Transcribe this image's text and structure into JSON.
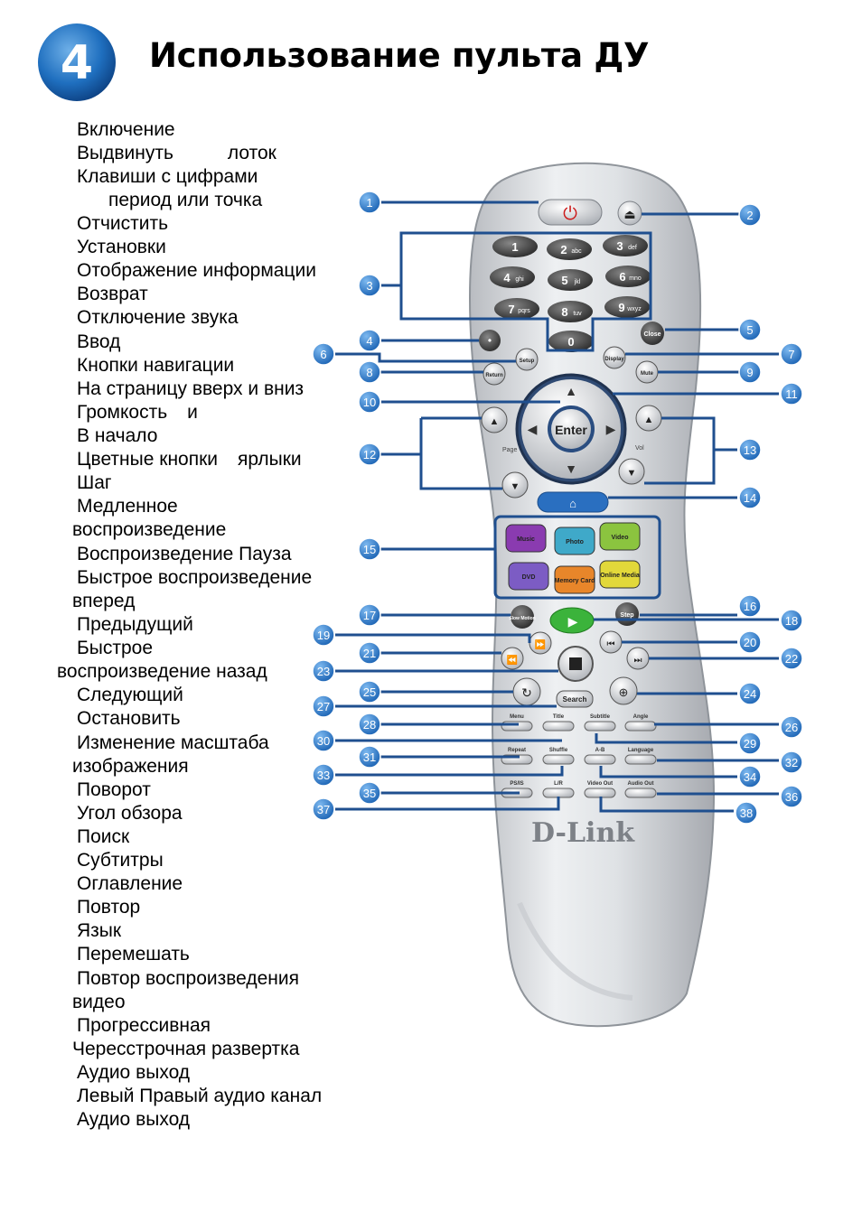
{
  "page": {
    "section_number": "4",
    "title": "Использование пульта ДУ"
  },
  "legend": [
    {
      "a": "Включение"
    },
    {
      "a": "Выдвинуть",
      "b": "лоток"
    },
    {
      "a": "Клавиши с цифрами"
    },
    {
      "a": "период или точка"
    },
    {
      "a": "Отчистить"
    },
    {
      "a": "Установки"
    },
    {
      "a": "Отображение информации"
    },
    {
      "a": "Возврат"
    },
    {
      "a": "Отключение звука"
    },
    {
      "a": "Ввод"
    },
    {
      "a": "Кнопки навигации"
    },
    {
      "a": "На страницу вверх и вниз"
    },
    {
      "a": "Громкость",
      "b": "и"
    },
    {
      "a": "В начало"
    },
    {
      "a": "Цветные кнопки",
      "b": "ярлыки"
    },
    {
      "a": "Шаг"
    },
    {
      "a": "Медленное"
    },
    {
      "a": "воспроизведение"
    },
    {
      "a": "Воспроизведение Пауза"
    },
    {
      "a": "Быстрое воспроизведение"
    },
    {
      "a": "вперед"
    },
    {
      "a": "Предыдущий"
    },
    {
      "a": "Быстрое"
    },
    {
      "a": "воспроизведение назад"
    },
    {
      "a": "Следующий"
    },
    {
      "a": "Остановить"
    },
    {
      "a": "Изменение масштаба"
    },
    {
      "a": "изображения"
    },
    {
      "a": "Поворот"
    },
    {
      "a": "Угол обзора"
    },
    {
      "a": "Поиск"
    },
    {
      "a": "Субтитры"
    },
    {
      "a": "Оглавление"
    },
    {
      "a": "Повтор"
    },
    {
      "a": "Язык"
    },
    {
      "a": "Перемешать"
    },
    {
      "a": "Повтор воспроизведения"
    },
    {
      "a": "видео"
    },
    {
      "a": "Прогрессивная"
    },
    {
      "a": "Чересстрочная развертка"
    },
    {
      "a": "Аудио выход"
    },
    {
      "a": "Левый Правый аудио канал"
    },
    {
      "a": "Аудио выход"
    }
  ],
  "remote": {
    "brand": "D-Link",
    "digits": [
      {
        "n": "1",
        "s": ""
      },
      {
        "n": "2",
        "s": "abc"
      },
      {
        "n": "3",
        "s": "def"
      },
      {
        "n": "4",
        "s": "ghi"
      },
      {
        "n": "5",
        "s": "jkl"
      },
      {
        "n": "6",
        "s": "mno"
      },
      {
        "n": "7",
        "s": "pqrs"
      },
      {
        "n": "8",
        "s": "tuv"
      },
      {
        "n": "9",
        "s": "wxyz"
      }
    ],
    "zero": "0",
    "dot": "•",
    "close": "Close",
    "setup": "Setup",
    "display": "Display",
    "return": "Return",
    "mute": "Mute",
    "enter": "Enter",
    "page": "Page",
    "vol": "Vol",
    "color_buttons": [
      {
        "label": "Music",
        "color": "#8a3bb0"
      },
      {
        "label": "Photo",
        "color": "#3fa9c9"
      },
      {
        "label": "Video",
        "color": "#8bc43f"
      },
      {
        "label": "DVD",
        "color": "#7c5cc4"
      },
      {
        "label": "Memory Card",
        "color": "#e8862a"
      },
      {
        "label": "Online Media",
        "color": "#e2d83a"
      }
    ],
    "slow": "Slow Motion",
    "step": "Step",
    "search": "Search",
    "grid_labels": [
      "Menu",
      "Title",
      "Subtitle",
      "Angle",
      "Repeat",
      "Shuffle",
      "A-B",
      "Language",
      "PS/IS",
      "L/R",
      "Video Out",
      "Audio Out"
    ],
    "callouts": [
      "1",
      "2",
      "3",
      "4",
      "5",
      "6",
      "7",
      "8",
      "9",
      "10",
      "11",
      "12",
      "13",
      "14",
      "15",
      "16",
      "17",
      "18",
      "19",
      "20",
      "21",
      "22",
      "23",
      "24",
      "25",
      "26",
      "27",
      "28",
      "29",
      "30",
      "31",
      "32",
      "33",
      "34",
      "35",
      "36",
      "37",
      "38"
    ]
  },
  "colors": {
    "callout_fill": "#1e73c8",
    "line": "#1f4f8f",
    "power_red": "#cc1a1a",
    "play_green": "#3bb33b",
    "home_blue": "#2a6fc0"
  }
}
